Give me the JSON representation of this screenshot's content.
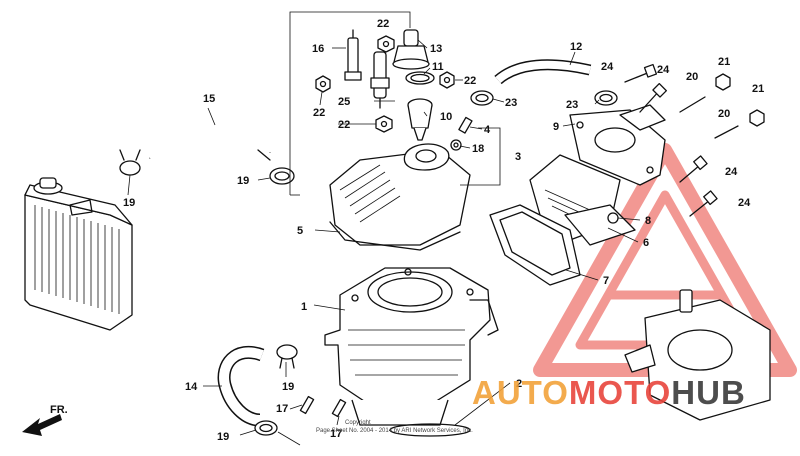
{
  "callouts": {
    "n1": "1",
    "n2": "2",
    "n3": "3",
    "n4": "4",
    "n5": "5",
    "n6": "6",
    "n7": "7",
    "n8": "8",
    "n9": "9",
    "n10": "10",
    "n11": "11",
    "n12": "12",
    "n13": "13",
    "n14": "14",
    "n15": "15",
    "n16": "16",
    "n17a": "17",
    "n17b": "17",
    "n18": "18",
    "n19a": "19",
    "n19b": "19",
    "n19c": "19",
    "n19d": "19",
    "n20a": "20",
    "n20b": "20",
    "n21a": "21",
    "n21b": "21",
    "n22a": "22",
    "n22b": "22",
    "n22c": "22",
    "n22d": "22",
    "n23a": "23",
    "n23b": "23",
    "n24a": "24",
    "n24b": "24",
    "n24c": "24",
    "n24d": "24",
    "n25": "25"
  },
  "direction": {
    "label": "FR."
  },
  "copyright": {
    "line1": "Copyright",
    "line2": "Page Sheet No. 2004 - 2014 by ARI Network Services, Inc."
  },
  "watermark": {
    "word1": "AUTO",
    "word2": "MOTO",
    "word3": "HUB",
    "color_primary": "#e8453c",
    "color_secondary": "#f2a23a",
    "color_dark": "#3a3a3a"
  }
}
